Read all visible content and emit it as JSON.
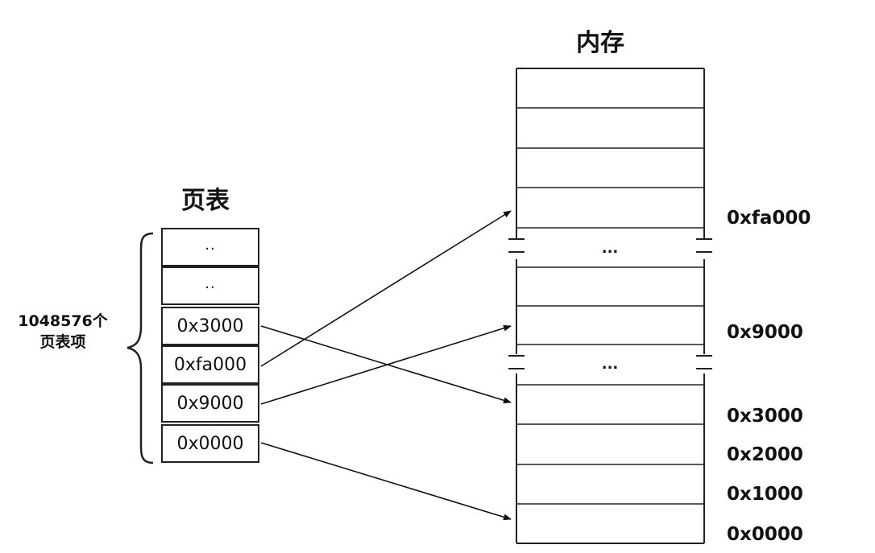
{
  "memory": {
    "title": "内存",
    "gap_label": "...",
    "address_labels": [
      "0xfa000",
      "0x9000",
      "0x3000",
      "0x2000",
      "0x1000",
      "0x0000"
    ]
  },
  "page_table": {
    "title": "页表",
    "entries": [
      "..",
      "..",
      "0x3000",
      "0xfa000",
      "0x9000",
      "0x0000"
    ],
    "count_label_line1": "1048576个",
    "count_label_line2": "页表项"
  },
  "mappings": [
    {
      "from": "0x3000",
      "to": "0x3000"
    },
    {
      "from": "0xfa000",
      "to": "0xfa000"
    },
    {
      "from": "0x9000",
      "to": "0x9000"
    },
    {
      "from": "0x0000",
      "to": "0x0000"
    }
  ]
}
